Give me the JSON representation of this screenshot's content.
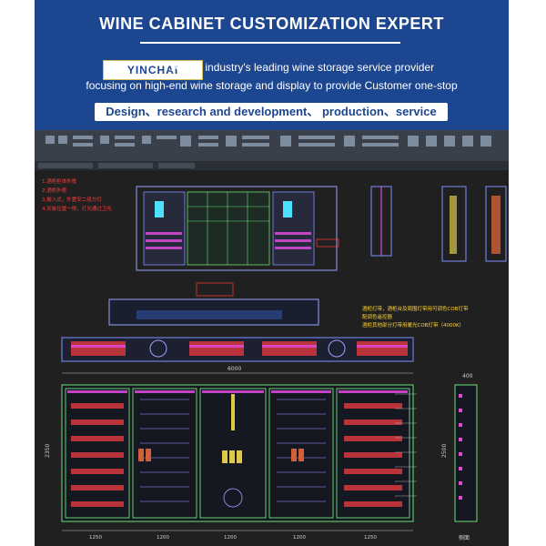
{
  "banner": {
    "title": "WINE CABINET CUSTOMIZATION EXPERT",
    "logo_text": "YINCHAI",
    "intro_line1": "As the industry's leading wine storage service provider",
    "intro_line2": "focusing on high-end wine storage and display to provide  Customer one-stop",
    "services": "Design、research and development、 production、service",
    "bg_color": "#1d4690"
  },
  "cad": {
    "bg_color": "#202020",
    "notes": [
      "1,酒柜柜体外框",
      "2,酒柜外框",
      "3,嵌入式，外置安二组方灯",
      "4,安装位置一侧，灯光通过卫光"
    ],
    "lighting_note": [
      "酒柜灯带，酒柜台及周围灯带用可调色COB灯带",
      "配调色遥控器",
      "酒柜其他部分灯带用暖光COB灯带（4000K）"
    ],
    "dimensions": {
      "overall_width": "6000",
      "height": "2350",
      "side_width": "400",
      "side_height": "2500",
      "segment_labels": [
        "1250",
        "1200",
        "1200",
        "1200",
        "1250"
      ],
      "side_label": "侧面"
    }
  }
}
